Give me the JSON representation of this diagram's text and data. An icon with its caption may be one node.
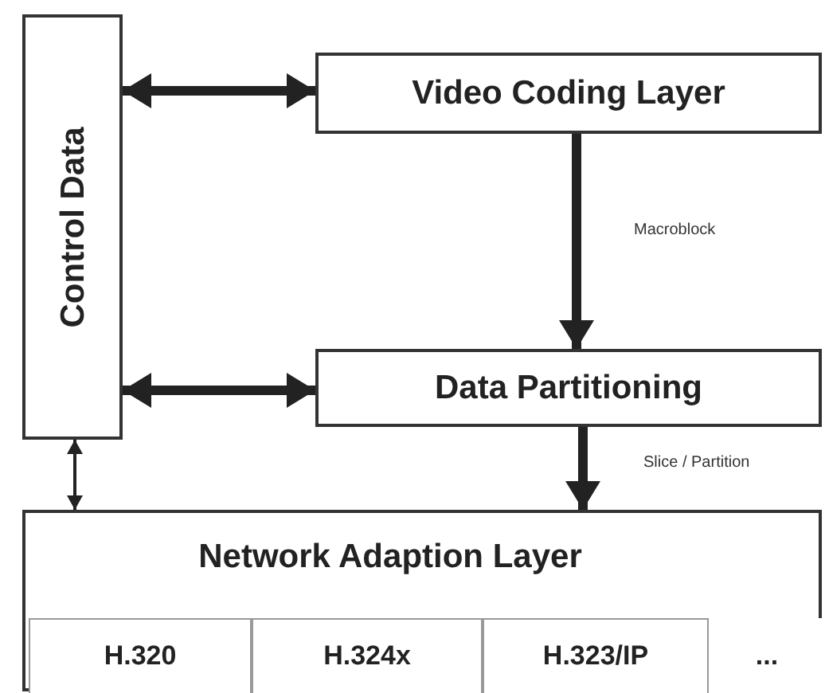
{
  "diagram": {
    "nodes": [
      {
        "text": [
          "Control Data"
        ]
      },
      {
        "text": [
          "Video Coding Layer"
        ]
      },
      {
        "text": [
          "Data Partitioning"
        ]
      },
      {
        "text": [
          "Network Adaption Layer"
        ]
      },
      {
        "text": [
          "H.320"
        ],
        "in": 3
      },
      {
        "text": [
          "H.324x"
        ],
        "in": 3
      },
      {
        "text": [
          "H.323/IP"
        ],
        "in": 3
      },
      {
        "text": [
          "..."
        ],
        "in": 3
      }
    ],
    "edges": [
      {
        "from": 0,
        "to": 1,
        "arrow": "both"
      },
      {
        "from": 0,
        "to": 2,
        "arrow": "both"
      },
      {
        "from": 0,
        "to": 3,
        "arrow": "both"
      },
      {
        "from": 1,
        "to": 2,
        "arrow": "to",
        "label": "Macroblock"
      },
      {
        "from": 2,
        "to": 3,
        "arrow": "to",
        "label": "Slice / Partition"
      }
    ]
  }
}
